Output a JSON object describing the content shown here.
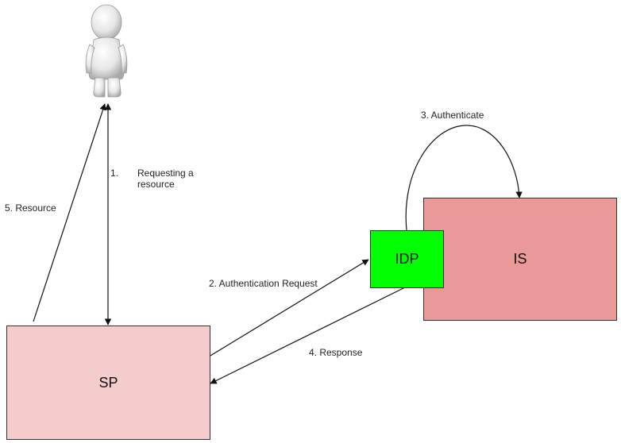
{
  "nodes": {
    "sp": "SP",
    "idp": "IDP",
    "is": "IS"
  },
  "edges": {
    "step1_number": "1.",
    "step1_label": "Requesting a resource",
    "step2_label": "2. Authentication Request",
    "step3_label": "3. Authenticate",
    "step4_label": "4. Response",
    "step5_label": "5. Resource"
  },
  "colors": {
    "sp_fill": "#f4cccc",
    "is_fill": "#ea9999",
    "idp_fill": "#00ff00",
    "stroke": "#111111"
  },
  "icons": {
    "user": "user-figure-icon"
  }
}
